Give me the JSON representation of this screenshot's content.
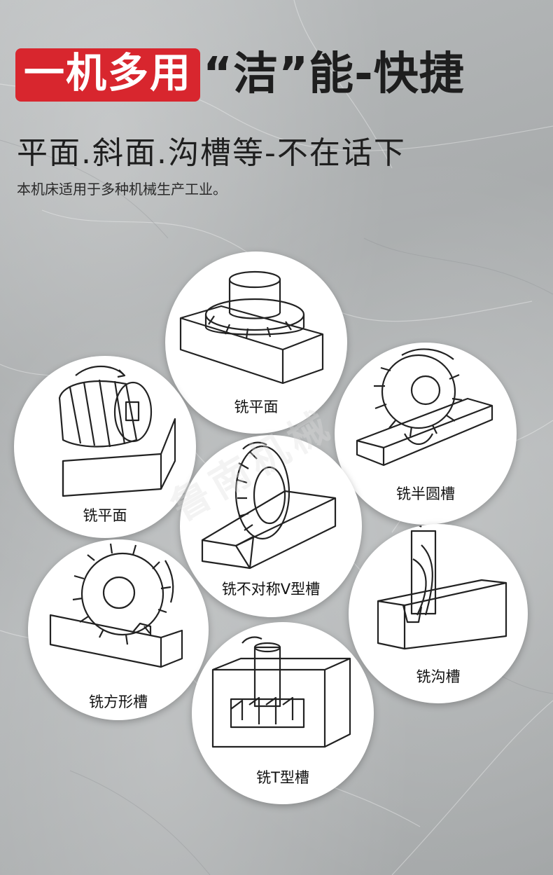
{
  "header": {
    "title_red": "一机多用",
    "title_dark": "“洁”能-快捷",
    "subtitle": "平面.斜面.沟槽等-不在话下",
    "description": "本机床适用于多种机械生产工业。"
  },
  "watermark": "鲁南机械",
  "items": [
    {
      "label": "铣平面",
      "illustration": "face-mill-icon"
    },
    {
      "label": "铣平面",
      "illustration": "helical-mill-icon"
    },
    {
      "label": "铣半圆槽",
      "illustration": "half-round-cutter-icon"
    },
    {
      "label": "铣不对称V型槽",
      "illustration": "v-cutter-icon"
    },
    {
      "label": "铣方形槽",
      "illustration": "slot-cutter-icon"
    },
    {
      "label": "铣沟槽",
      "illustration": "end-mill-icon"
    },
    {
      "label": "铣T型槽",
      "illustration": "t-slot-cutter-icon"
    }
  ],
  "colors": {
    "accent_red": "#d8262e",
    "text_dark": "#1e1e1e",
    "background": "#b0b3b4"
  }
}
